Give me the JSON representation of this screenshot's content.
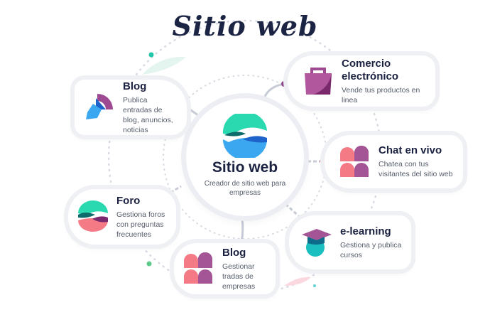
{
  "title": "Sitio web",
  "center": {
    "title": "Sitio web",
    "description": "Creador de sitio web para empresas"
  },
  "cards": [
    {
      "title": "Blog",
      "description": "Publica entradas de blog, anuncios, noticias"
    },
    {
      "title": "Comercio electrónico",
      "description": "Vende tus productos en linea"
    },
    {
      "title": "Chat en vivo",
      "description": "Chatea con tus visitantes del sitio web"
    },
    {
      "title": "Foro",
      "description": "Gestiona foros con preguntas frecuentes"
    },
    {
      "title": "Blog",
      "description": "Gestionar tradas de empresas"
    },
    {
      "title": "e-learning",
      "description": "Gestiona y publica cursos"
    }
  ],
  "colors": {
    "teal": "#1fc7a8",
    "purple": "#8e4a8c",
    "pink": "#f06b7c",
    "blue": "#3aa7f0",
    "navy": "#1c2444"
  }
}
